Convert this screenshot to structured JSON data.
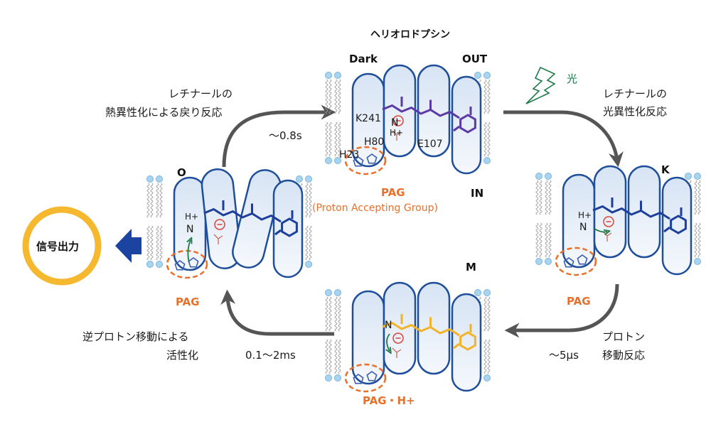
{
  "title": "ヘリオロドプシン",
  "colors": {
    "helix_stroke": "#1f4f9a",
    "helix_fill_top": "#dbe7f5",
    "helix_fill_bottom": "#f4f8fc",
    "arrow": "#555555",
    "pag": "#e8702a",
    "retinal_dark": "#5b3aa6",
    "retinal_k": "#1c3f9c",
    "retinal_m": "#f2b327",
    "retinal_o": "#1c3f9c",
    "signal_ring": "#f5b82e",
    "signal_arrow": "#1b44a0",
    "light": "#1f7a4a",
    "minus": "#d9443a",
    "proton_arrow": "#1f7a4a",
    "lipid_head": "#a9d4ef"
  },
  "states": {
    "dark": {
      "name": "Dark",
      "out_label": "OUT",
      "in_label": "IN",
      "residues": [
        "K241",
        "H80",
        "H23",
        "E107"
      ],
      "nitrogen": "N",
      "proton": "H+",
      "pag": "PAG",
      "pag_full": "(Proton Accepting Group)"
    },
    "k": {
      "name": "K",
      "nitrogen": "N",
      "proton": "H+",
      "pag": "PAG"
    },
    "m": {
      "name": "M",
      "nitrogen": "N",
      "pag": "PAG・H+"
    },
    "o": {
      "name": "O",
      "nitrogen": "N",
      "proton": "H+",
      "pag": "PAG"
    }
  },
  "transitions": {
    "light_label": "光",
    "dark_to_k": {
      "line1": "レチナールの",
      "line2": "光異性化反応"
    },
    "k_to_m": {
      "line1": "プロトン",
      "line2": "移動反応",
      "time": "〜5μs"
    },
    "m_to_o": {
      "line1": "逆プロトン移動による",
      "line2": "活性化",
      "time": "0.1〜2ms"
    },
    "o_to_dark": {
      "line1": "レチナールの",
      "line2": "熱異性化による戻り反応",
      "time": "〜0.8s"
    }
  },
  "signal": {
    "label": "信号出力"
  }
}
